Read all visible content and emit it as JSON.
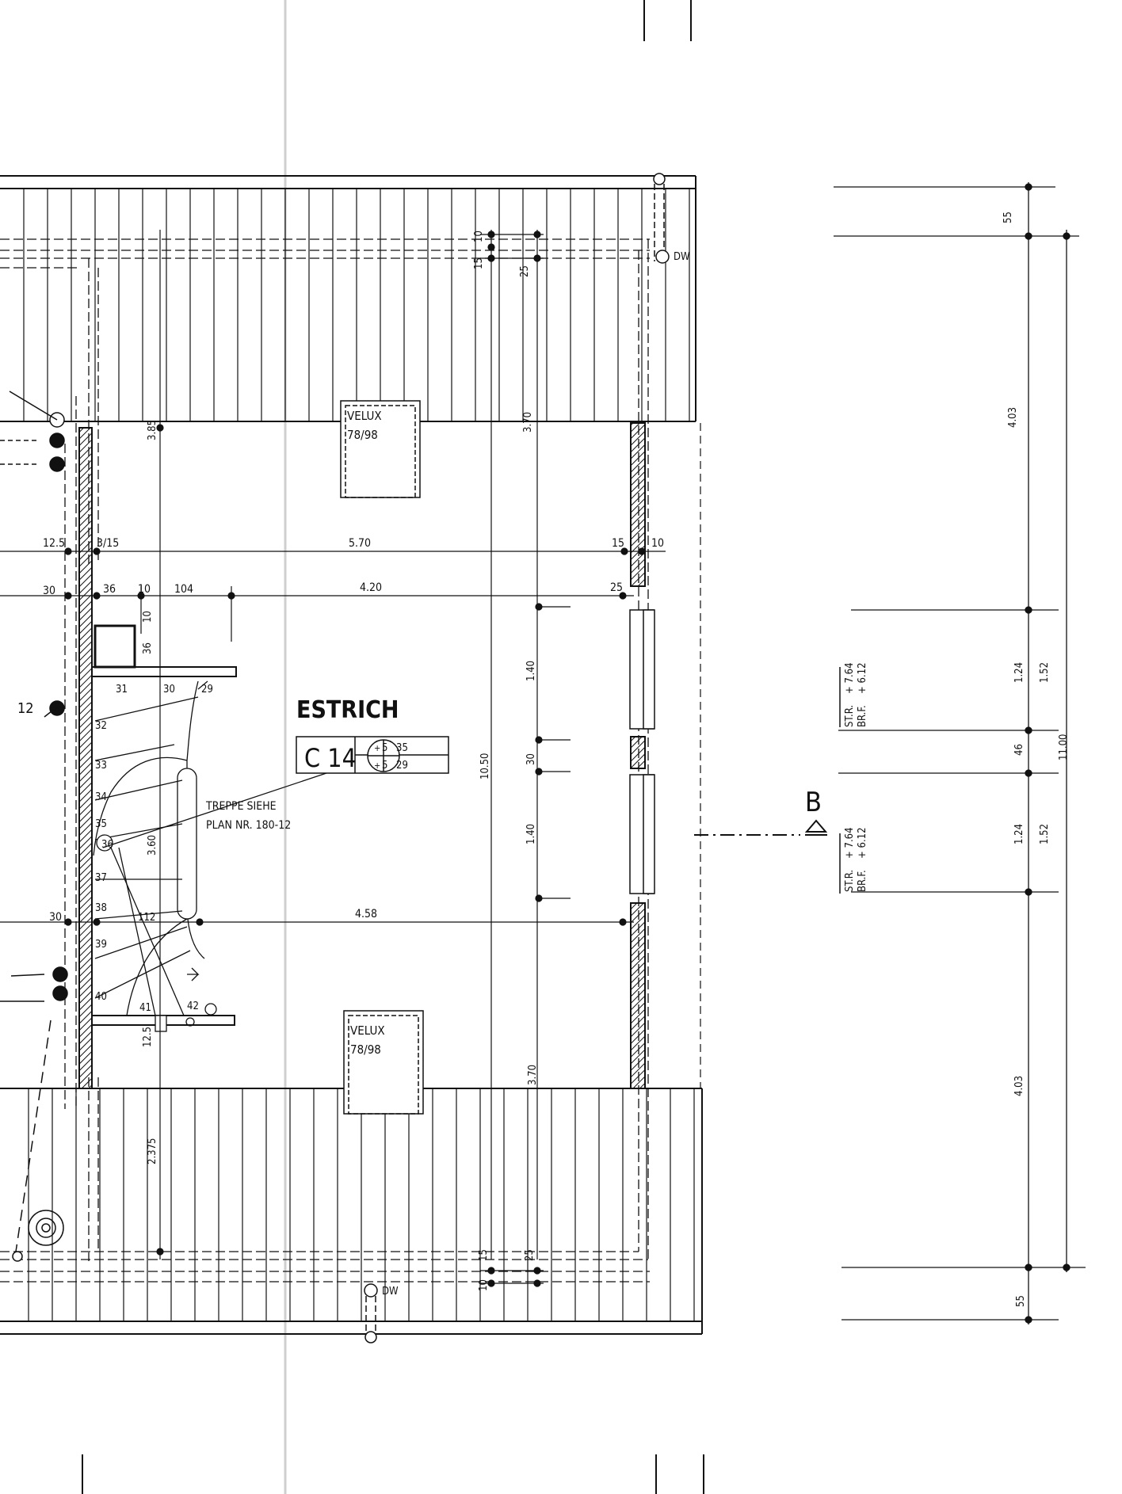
{
  "room": {
    "name": "ESTRICH",
    "code": "C 14",
    "marker": "B"
  },
  "velux": {
    "label": "VELUX",
    "size": "78/98"
  },
  "dw_label": "DW",
  "stair_note": [
    "TREPPE SIEHE",
    "PLAN NR. 180-12"
  ],
  "c14_box": {
    "top": [
      "+",
      "5",
      "35"
    ],
    "bottom": [
      "+",
      "5",
      "29"
    ]
  },
  "levels": {
    "upper": {
      "st_r": "ST.R.",
      "st_r_val": "+ 7.64",
      "br_f": "BR.F.",
      "br_f_val": "+ 6.12"
    },
    "lower": {
      "st_r": "ST.R.",
      "st_r_val": "+ 7.64",
      "br_f": "BR.F.",
      "br_f_val": "+ 6.12"
    }
  },
  "dims": {
    "d570": "5.70",
    "d420": "4.20",
    "d458": "4.58",
    "d1050": "10.50",
    "d370a": "3.70",
    "d370b": "3.70",
    "d385": "3.85",
    "d2375": "2.375",
    "d360": "3.60",
    "d140a": "1.40",
    "d140b": "1.40",
    "d30c": "30",
    "d125": "12.5",
    "d3_15": "3/15",
    "d30a": "30",
    "d30b": "30",
    "d36a": "36",
    "d10a": "10",
    "d104": "104",
    "d10b": "10",
    "d36b": "36",
    "d12": "12",
    "d15a": "15",
    "d10c": "10",
    "d25a": "25",
    "d112": "112",
    "d10top": "10",
    "d15top": "15",
    "d25top": "25",
    "d15bot": "15",
    "d10bot": "10",
    "d25bot": "25",
    "d125b": "12.5",
    "r55top": "55",
    "r403a": "4.03",
    "r124a": "1.24",
    "r152a": "1.52",
    "r46": "46",
    "r124b": "1.24",
    "r152b": "1.52",
    "r1100": "11.00",
    "r403b": "4.03",
    "r55bot": "55"
  },
  "steps": [
    "29",
    "30",
    "31",
    "32",
    "33",
    "34",
    "35",
    "36",
    "37",
    "38",
    "39",
    "40",
    "41",
    "42"
  ]
}
